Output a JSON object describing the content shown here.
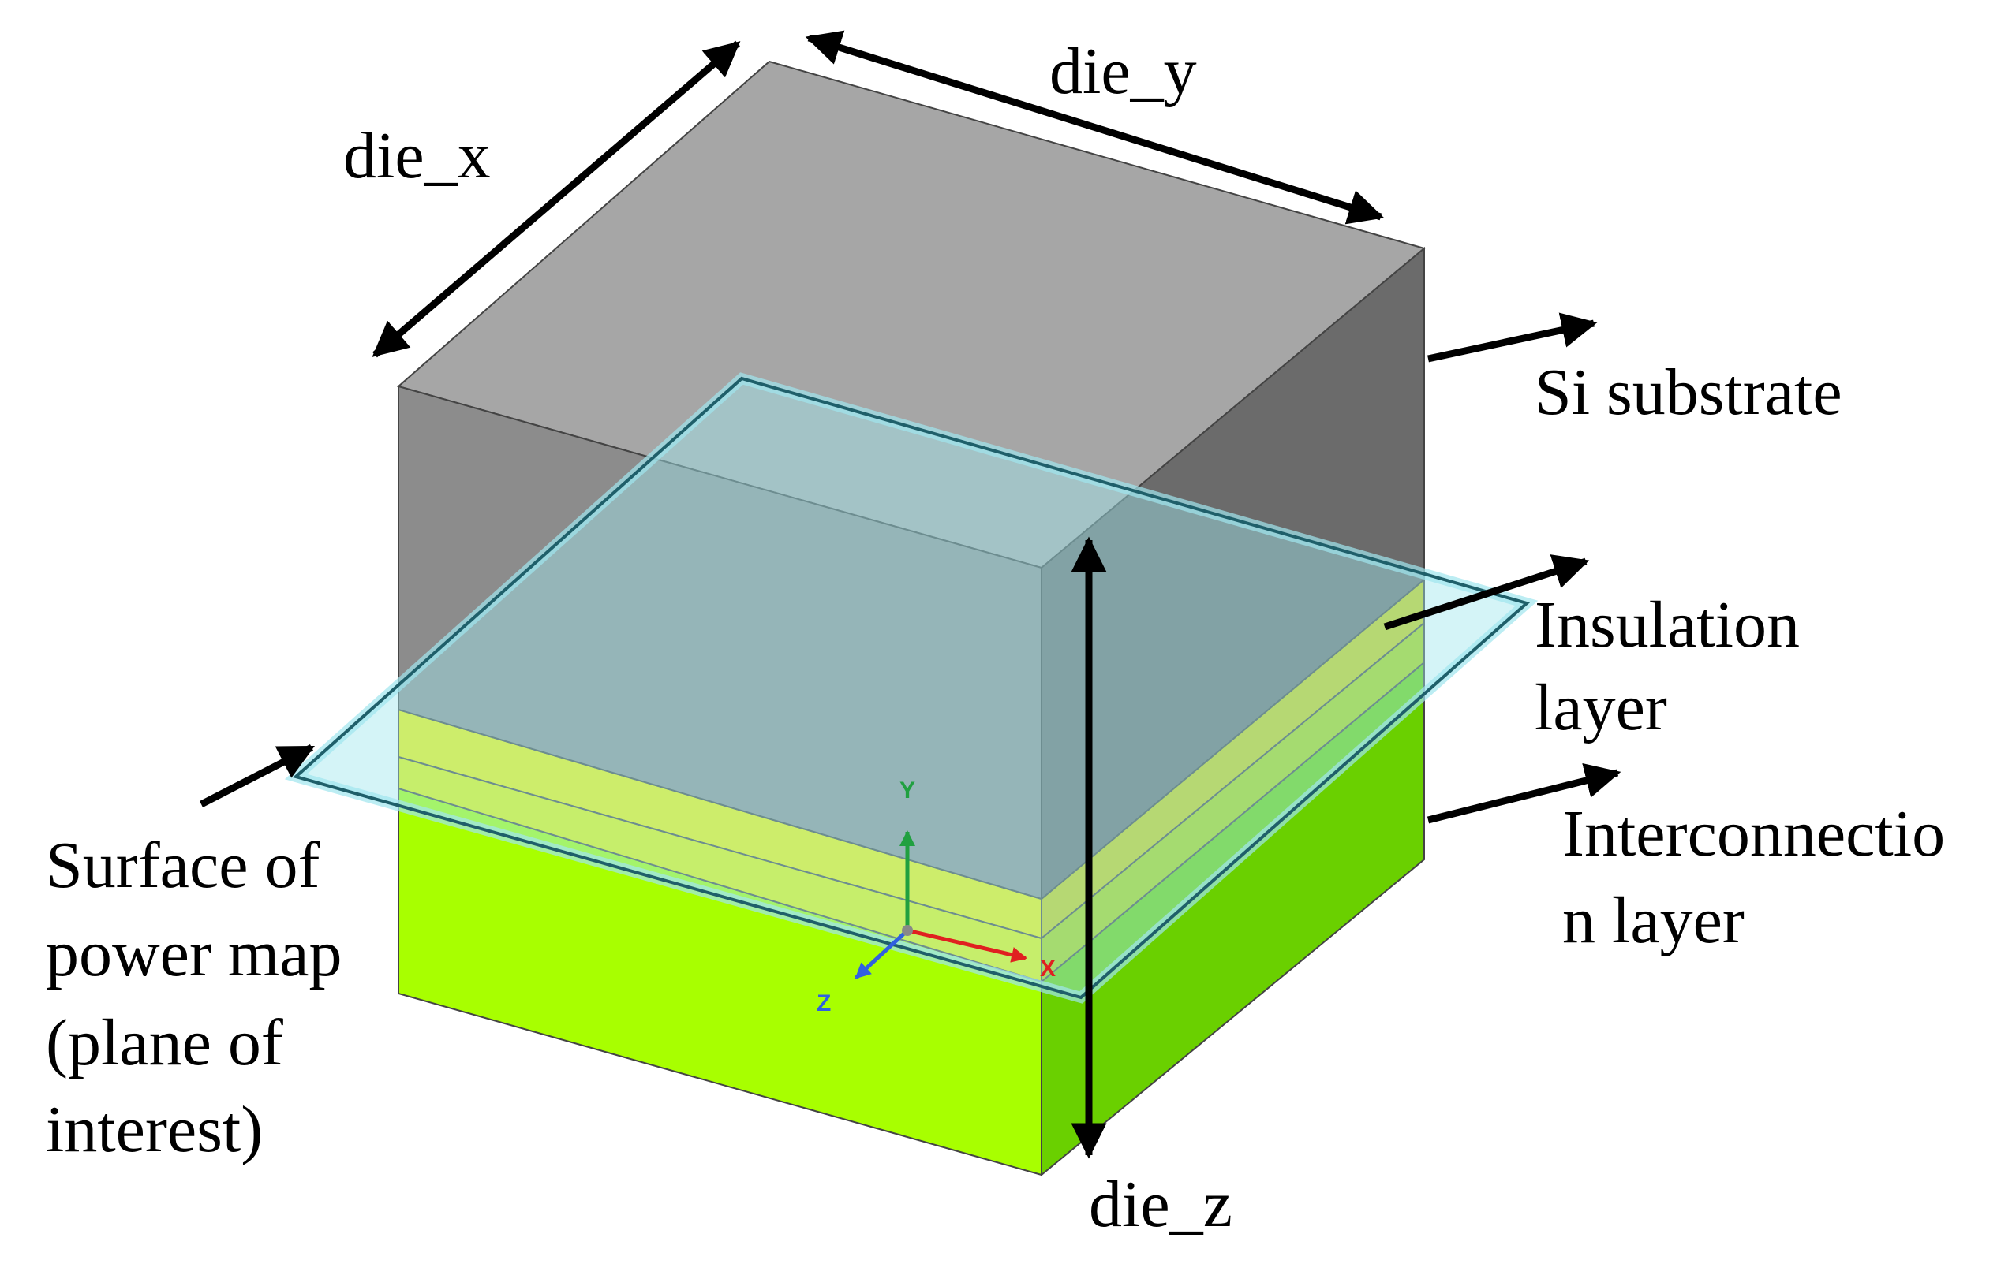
{
  "dimensions": {
    "die_x": "die_x",
    "die_y": "die_y",
    "die_z": "die_z"
  },
  "layers": {
    "si_substrate": "Si substrate",
    "insulation": [
      "Insulation",
      "layer"
    ],
    "interconnection": [
      "Interconnectio",
      "n layer"
    ]
  },
  "plane": {
    "lines": [
      "Surface of",
      "power map",
      "(plane of",
      "interest)"
    ]
  },
  "axes": {
    "x": "X",
    "y": "Y",
    "z": "Z",
    "x_color": "#e02020",
    "y_color": "#20a040",
    "z_color": "#3060e0"
  },
  "colors": {
    "si_top": "#a6a6a6",
    "si_front": "#8c8c8c",
    "si_side": "#6b6b6b",
    "insulation_front": "#f2f200",
    "insulation_side": "#c8cc10",
    "interconnect_front": "#a8ff00",
    "interconnect_side": "#6ad000",
    "plane_fill": "#9fe6ee",
    "plane_edge": "#1f5f6a"
  }
}
